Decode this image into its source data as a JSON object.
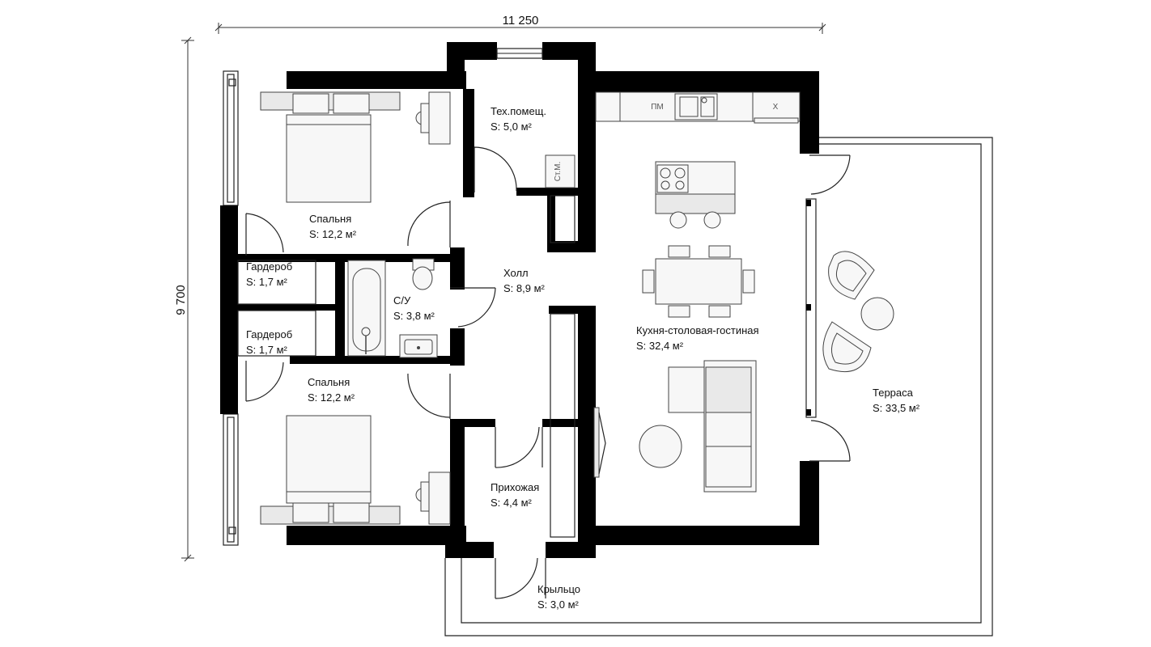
{
  "dimensions": {
    "width": "11 250",
    "height": "9 700"
  },
  "rooms": [
    {
      "name": "Тех.помещ.",
      "area": "S: 5,0 м²"
    },
    {
      "name": "Спальня",
      "area": "S: 12,2 м²"
    },
    {
      "name": "Гардероб",
      "area": "S: 1,7 м²"
    },
    {
      "name": "С/У",
      "area": "S: 3,8 м²"
    },
    {
      "name": "Холл",
      "area": "S: 8,9 м²"
    },
    {
      "name": "Гардероб",
      "area": "S: 1,7 м²"
    },
    {
      "name": "Спальня",
      "area": "S: 12,2 м²"
    },
    {
      "name": "Кухня-столовая-гостиная",
      "area": "S: 32,4 м²"
    },
    {
      "name": "Терраса",
      "area": "S: 33,5 м²"
    },
    {
      "name": "Прихожая",
      "area": "S: 4,4 м²"
    },
    {
      "name": "Крыльцо",
      "area": "S: 3,0 м²"
    }
  ],
  "fixtures": {
    "fridge_label": "Х",
    "dishwasher_label": "ПМ",
    "washer_label": "Ст.М."
  }
}
